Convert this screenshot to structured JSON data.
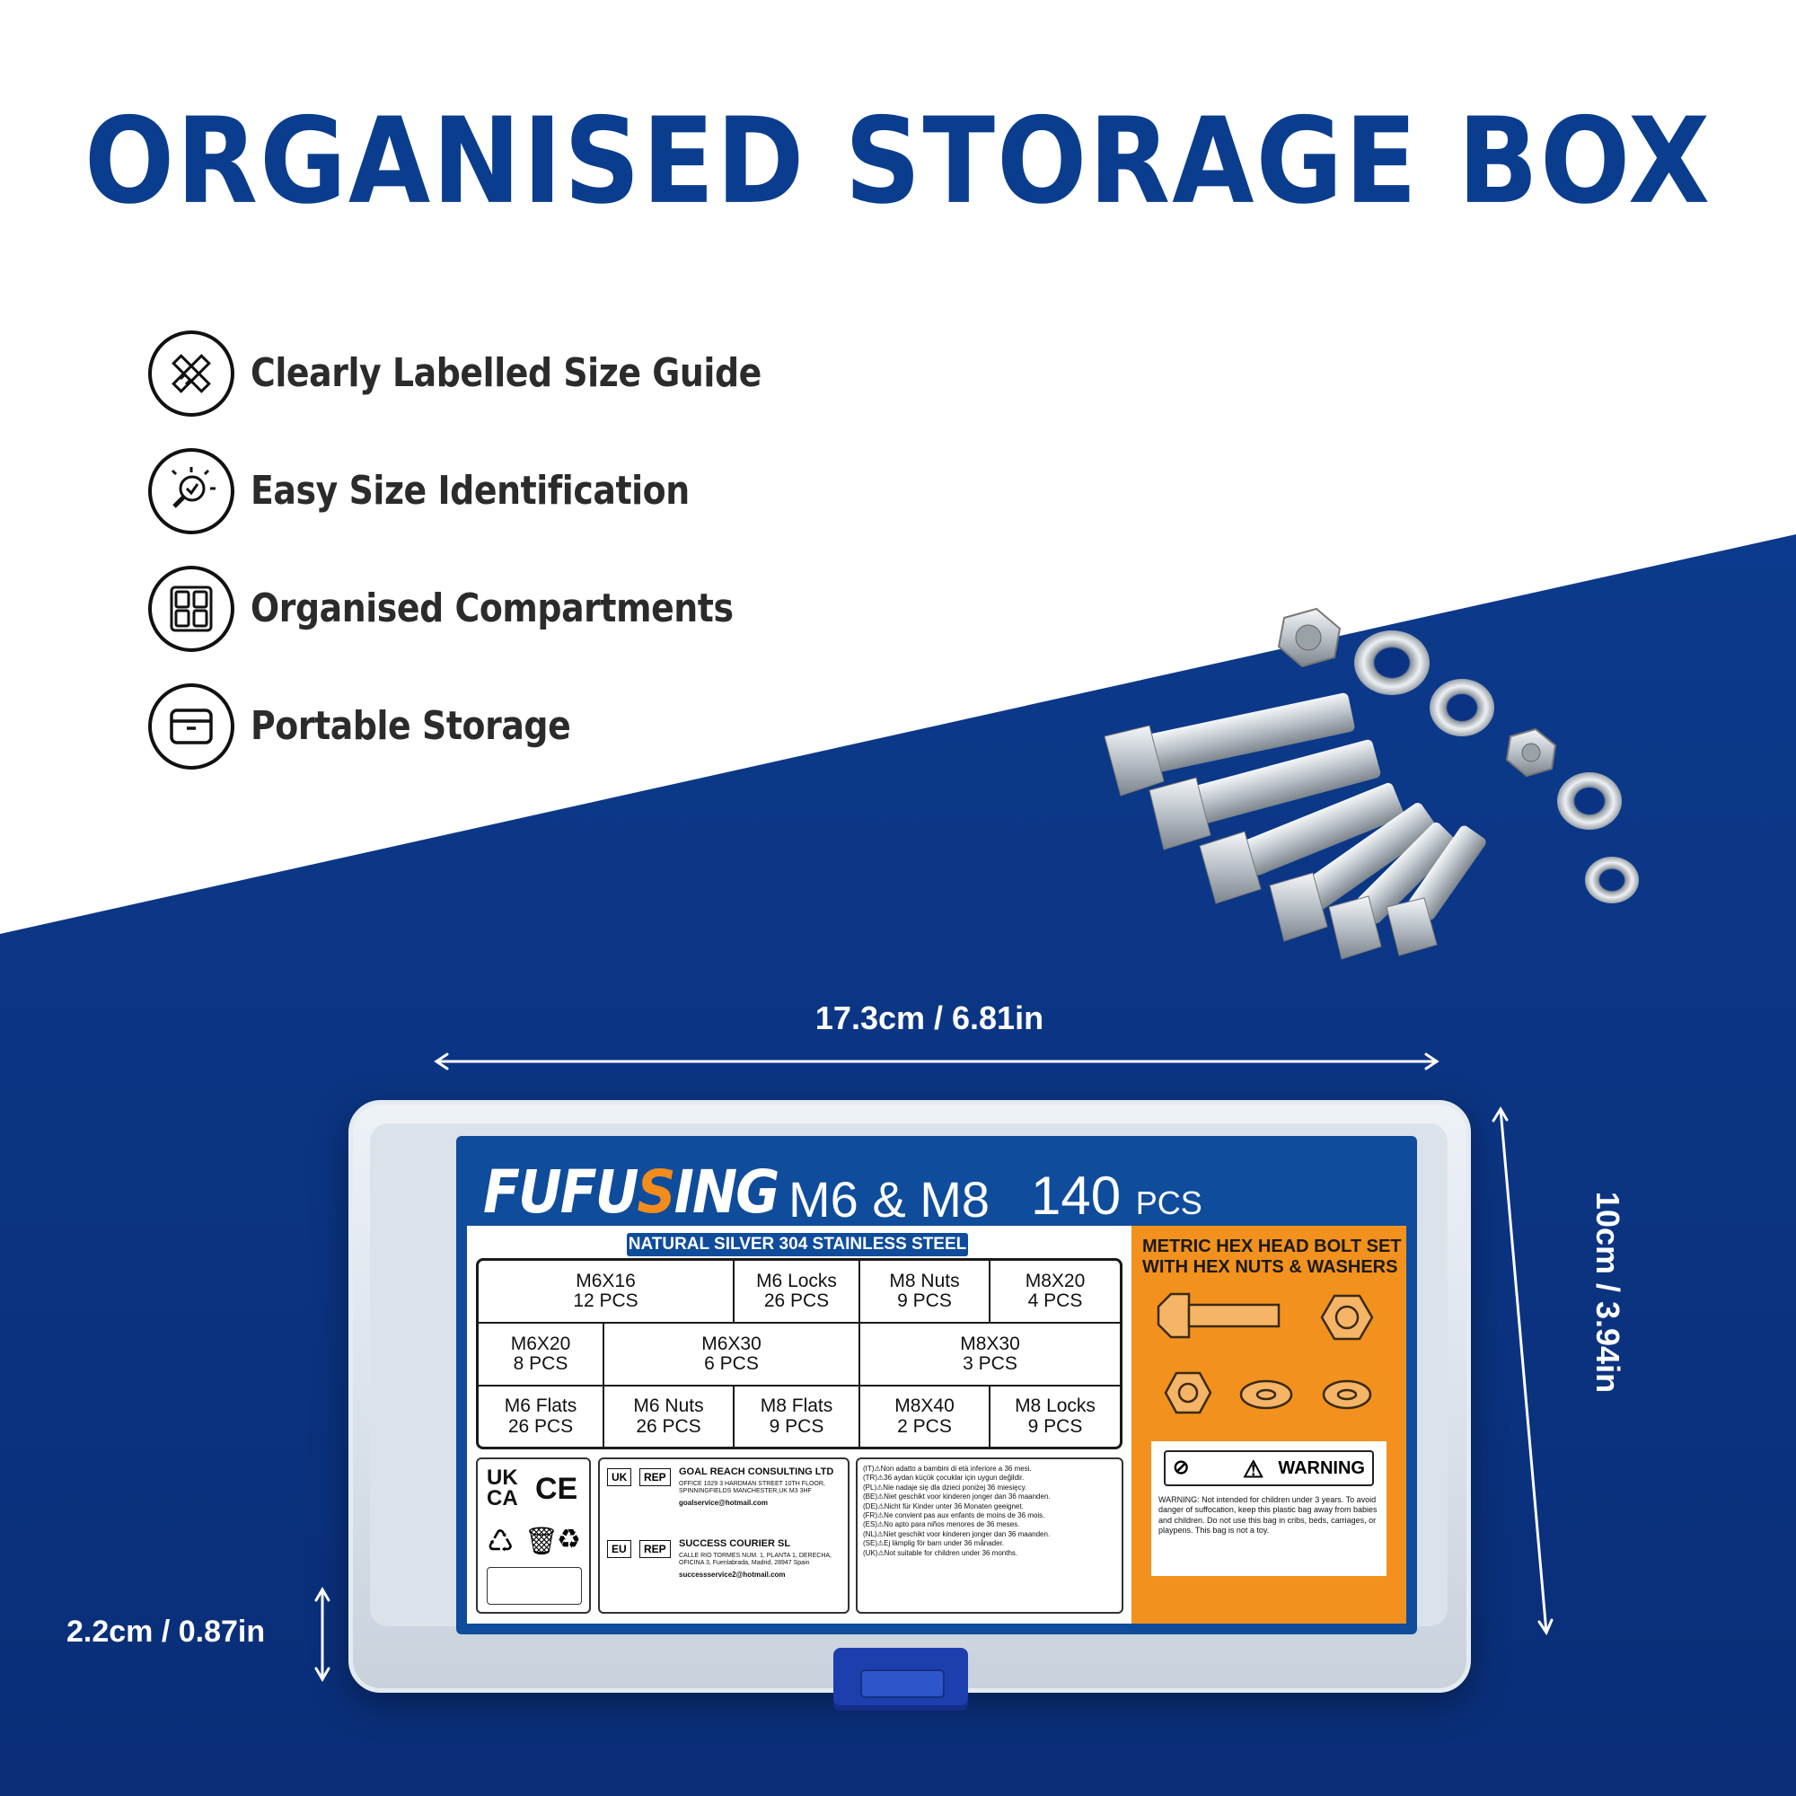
{
  "headline": "ORGANISED STORAGE BOX",
  "colors": {
    "navy": "#0b3d8f",
    "deep_blue": "#0a2f7a",
    "orange": "#f2911e",
    "white": "#ffffff"
  },
  "features": [
    {
      "icon": "ruler-pencil-icon",
      "label": "Clearly Labelled Size Guide"
    },
    {
      "icon": "magnifier-check-icon",
      "label": "Easy Size Identification"
    },
    {
      "icon": "compartments-icon",
      "label": "Organised Compartments"
    },
    {
      "icon": "storage-box-icon",
      "label": "Portable Storage"
    }
  ],
  "dimensions": {
    "width": "17.3cm / 6.81in",
    "height": "10cm / 3.94in",
    "depth": "2.2cm / 0.87in"
  },
  "label": {
    "brand_pre": "FUFU",
    "brand_accent": "S",
    "brand_post": "ING",
    "model": "M6 & M8",
    "count": "140",
    "count_unit": "PCS",
    "material": "NATURAL SILVER 304 STAINLESS STEEL",
    "product_title": "METRIC HEX HEAD BOLT SET WITH HEX NUTS & WASHERS",
    "cells": [
      {
        "name": "M6X16",
        "qty": "12 PCS"
      },
      {
        "name": "M6 Locks",
        "qty": "26 PCS"
      },
      {
        "name": "M8 Nuts",
        "qty": "9 PCS"
      },
      {
        "name": "M8X20",
        "qty": "4 PCS"
      },
      {
        "name": "M6X20",
        "qty": "8 PCS"
      },
      {
        "name": "M6X30",
        "qty": "6 PCS"
      },
      {
        "name": "M8X30",
        "qty": "3 PCS"
      },
      {
        "name": "M6 Flats",
        "qty": "26 PCS"
      },
      {
        "name": "M6 Nuts",
        "qty": "26 PCS"
      },
      {
        "name": "M8 Flats",
        "qty": "9 PCS"
      },
      {
        "name": "M8X40",
        "qty": "2 PCS"
      },
      {
        "name": "M8 Locks",
        "qty": "9 PCS"
      }
    ],
    "warning": {
      "title": "WARNING",
      "text": "WARNING: Not intended for children under 3 years. To avoid danger of suffocation, keep this plastic bag away from babies and children. Do not use this bag in cribs, beds, carriages, or playpens. This bag is not a toy."
    },
    "certs": {
      "ukca_top": "UK",
      "ukca_bottom": "CA",
      "ce": "CE"
    },
    "uk_rep": {
      "tag1": "UK",
      "tag2": "REP",
      "name": "GOAL REACH CONSULTING LTD",
      "address": "OFFICE 1029 3 HARDMAN STREET 10TH FLOOR, SPINNINGFIELDS MANCHESTER,UK M3 3HF",
      "email": "goalservice@hotmail.com"
    },
    "eu_rep": {
      "tag1": "EU",
      "tag2": "REP",
      "name": "SUCCESS COURIER SL",
      "address": "CALLE RIO TORMES NUM. 1, PLANTA 1, DERECHA, OFICINA 3, Fuenlabrada, Madrid, 28947 Spain",
      "email": "successservice2@hotmail.com"
    },
    "languages": [
      "(IT)⚠Non adatto a bambini di età inferiore a 36 mesi.",
      "(TR)⚠36 aydan küçük çocuklar için uygun değildir.",
      "(PL)⚠Nie nadaje się dla dzieci poniżej 36 miesięcy.",
      "(BE)⚠Niet geschikt voor kinderen jonger dan 36 maanden.",
      "(DE)⚠Nicht für Kinder unter 36 Monaten geeignet.",
      "(FR)⚠Ne convient pas aux enfants de moins de 36 mois.",
      "(ES)⚠No apto para niños menores de 36 meses.",
      "(NL)⚠Niet geschikt voor kinderen jonger dan 36 maanden.",
      "(SE)⚠Ej lämplig för barn under 36 månader.",
      "(UK)⚠Not suitable for children under 36 months."
    ]
  }
}
